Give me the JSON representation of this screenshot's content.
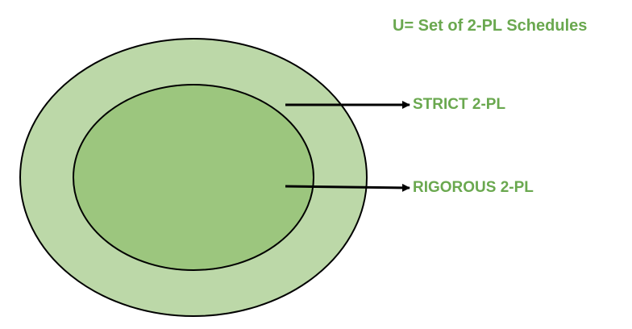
{
  "diagram": {
    "title": "U= Set of 2-PL Schedules",
    "sets": [
      {
        "label": "STRICT 2-PL",
        "fill": "#bcd8a8"
      },
      {
        "label": "RIGOROUS 2-PL",
        "fill": "#9cc67e"
      }
    ],
    "colors": {
      "text": "#6aa84f",
      "outline": "#000000",
      "arrow": "#000000"
    }
  }
}
